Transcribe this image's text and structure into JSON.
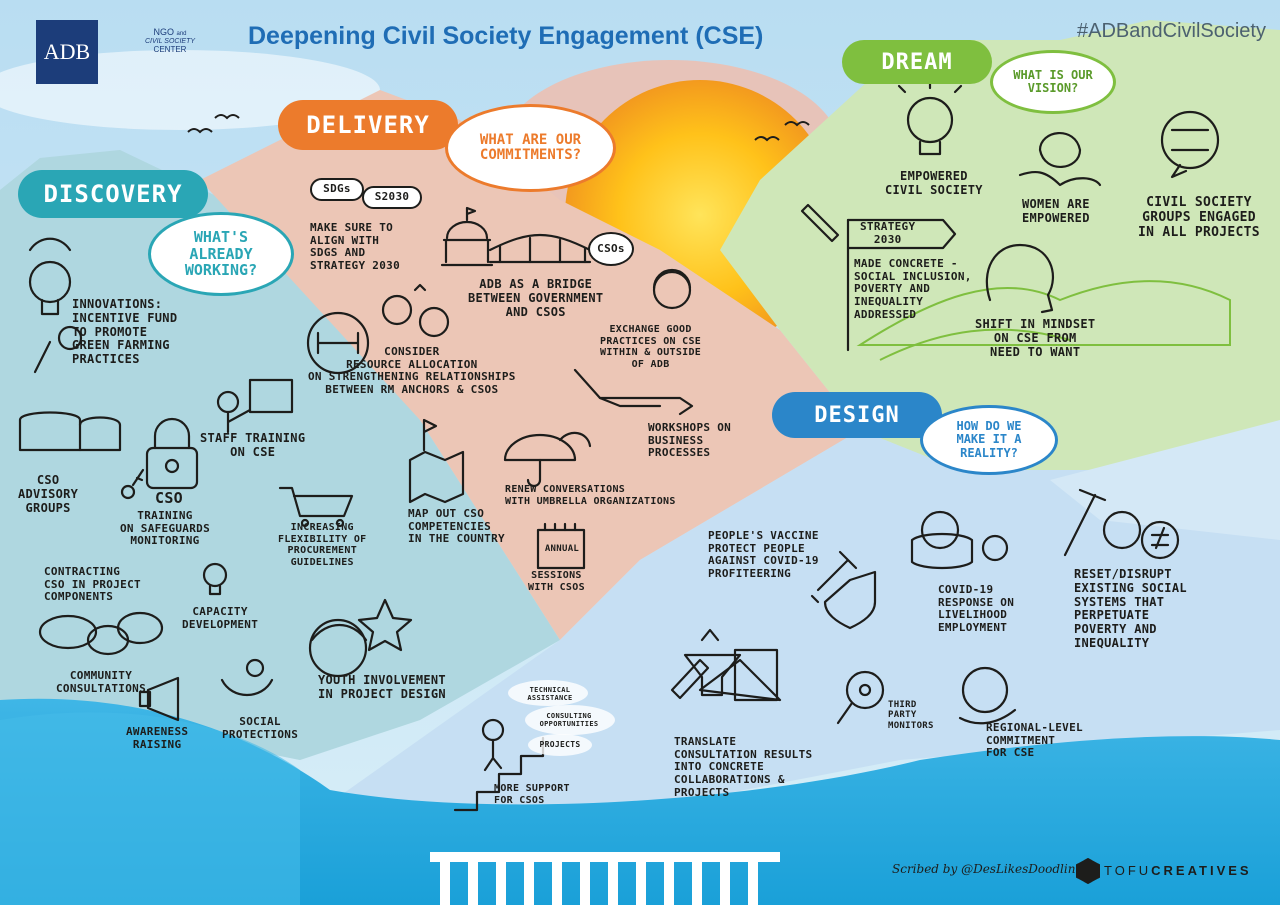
{
  "header": {
    "logo": "ADB",
    "org_line1": "NGO",
    "org_and": "and",
    "org_line2": "CIVIL SOCIETY",
    "org_line3": "CENTER",
    "title": "Deepening Civil Society Engagement (CSE)",
    "hashtag": "#ADBandCivilSociety"
  },
  "colors": {
    "title_blue": "#1f6db5",
    "discovery": "#2aa6b5",
    "delivery": "#ec7b2c",
    "dream": "#7fbf3f",
    "design": "#2b86c9",
    "logo_navy": "#1c3d7a"
  },
  "sections": {
    "discovery": {
      "label": "DISCOVERY",
      "question": "WHAT'S ALREADY WORKING?"
    },
    "delivery": {
      "label": "DELIVERY",
      "question": "WHAT ARE OUR COMMITMENTS?"
    },
    "dream": {
      "label": "DREAM",
      "question": "WHAT IS OUR VISION?"
    },
    "design": {
      "label": "DESIGN",
      "question": "HOW DO WE MAKE IT A REALITY?"
    }
  },
  "discovery_items": {
    "innovations": "INNOVATIONS:\nINCENTIVE FUND\nTO PROMOTE\nGREEN FARMING\nPRACTICES",
    "staff_training": "STAFF TRAINING\nON CSE",
    "cso_advisory": "CSO\nADVISORY\nGROUPS",
    "cso_training": "CSO",
    "cso_training_sub": "TRAINING\nON SAFEGUARDS\nMONITORING",
    "procurement": "INCREASING\nFLEXIBILITY OF\nPROCUREMENT\nGUIDELINES",
    "contracting": "CONTRACTING\nCSO IN PROJECT\nCOMPONENTS",
    "capacity": "CAPACITY\nDEVELOPMENT",
    "community": "COMMUNITY\nCONSULTATIONS",
    "awareness": "AWARENESS\nRAISING",
    "social": "SOCIAL\nPROTECTIONS",
    "youth": "YOUTH INVOLVEMENT\nIN PROJECT DESIGN"
  },
  "delivery_items": {
    "sdg_tag": "SDGs",
    "s2030_tag": "S2030",
    "align": "MAKE SURE TO\nALIGN WITH\nSDGs AND\nSTRATEGY 2030",
    "bridge": "ADB AS A BRIDGE\nBETWEEN GOVERNMENT\nAND CSOs",
    "csos_tag": "CSOs",
    "resource": "CONSIDER\nRESOURCE ALLOCATION\nON STRENGTHENING RELATIONSHIPS\nBETWEEN RM ANCHORS & CSOs",
    "exchange": "EXCHANGE GOOD\nPRACTICES ON CSE\nWITHIN & OUTSIDE\nOF ADB",
    "workshops": "WORKSHOPS ON\nBUSINESS\nPROCESSES",
    "renew": "RENEW CONVERSATIONS\nWITH UMBRELLA ORGANIZATIONS",
    "map": "MAP OUT CSO\nCOMPETENCIES\nIN THE COUNTRY",
    "annual_tag": "ANNUAL",
    "annual": "SESSIONS\nWITH CSOs"
  },
  "dream_items": {
    "empowered_cs": "EMPOWERED\nCIVIL SOCIETY",
    "women": "WOMEN ARE\nEMPOWERED",
    "groups": "CIVIL SOCIETY\nGROUPS ENGAGED\nIN ALL PROJECTS",
    "strategy_sign": "STRATEGY\n2030",
    "concrete": "MADE CONCRETE -\nSOCIAL INCLUSION,\nPOVERTY AND\nINEQUALITY\nADDRESSED",
    "mindset": "SHIFT IN MINDSET\nON CSE FROM\nNEED TO WANT"
  },
  "design_items": {
    "vaccine": "PEOPLE'S VACCINE\nPROTECT PEOPLE\nAGAINST COVID-19\nPROFITEERING",
    "covid": "COVID-19\nRESPONSE ON\nLIVELIHOOD\nEMPLOYMENT",
    "reset": "RESET/DISRUPT\nEXISTING SOCIAL\nSYSTEMS THAT\nPERPETUATE\nPOVERTY AND\nINEQUALITY",
    "technical": "TECHNICAL\nASSISTANCE",
    "consulting": "CONSULTING\nOPPORTUNITIES",
    "projects": "PROJECTS",
    "more_support": "MORE SUPPORT\nFOR CSOs",
    "translate": "TRANSLATE\nCONSULTATION RESULTS\nINTO CONCRETE\nCOLLABORATIONS &\nPROJECTS",
    "third_party": "THIRD\nPARTY\nMONITORS",
    "regional": "REGIONAL-LEVEL\nCOMMITMENT\nFOR CSE"
  },
  "footer": {
    "credit": "Scribed by @DesLikesDoodling",
    "brand_a": "TOFU",
    "brand_b": "CREATIVES"
  }
}
